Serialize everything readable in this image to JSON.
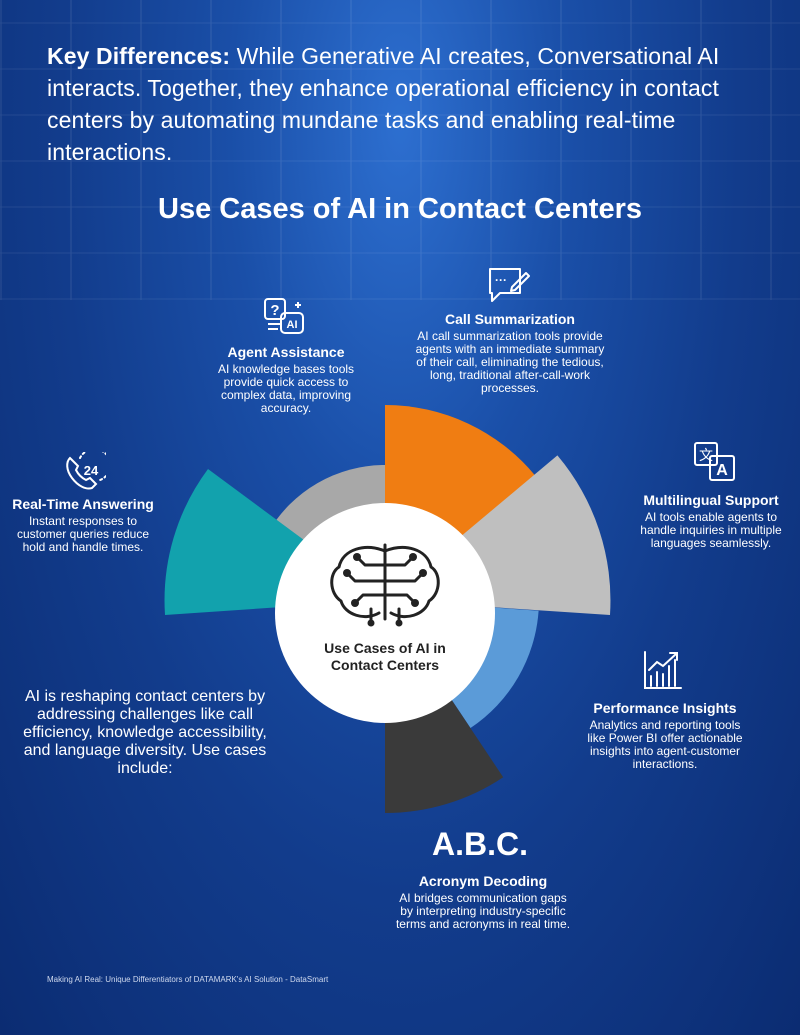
{
  "intro": {
    "lead": "Key Differences:",
    "text": " While Generative AI creates, Conversational AI interacts. Together, they enhance operational efficiency in contact centers by automating mundane tasks and enabling real-time interactions."
  },
  "title": "Use Cases of AI in Contact Centers",
  "center_label": "Use Cases of AI in Contact Centers",
  "left_paragraph": "AI is reshaping contact centers by addressing challenges like call efficiency, knowledge accessibility, and language diversity. Use cases include:",
  "abc_label": "A.B.C.",
  "use_cases": [
    {
      "title": "Agent Assistance",
      "desc": "AI knowledge bases tools provide quick access to complex data, improving accuracy.",
      "icon": "question-ai-icon"
    },
    {
      "title": "Call Summarization",
      "desc": "AI call summarization tools provide agents with an immediate summary of their call, eliminating the tedious, long, traditional after-call-work processes.",
      "icon": "chat-edit-icon"
    },
    {
      "title": "Real-Time Answering",
      "desc": "Instant responses to customer queries reduce hold and handle times.",
      "icon": "phone-24-icon"
    },
    {
      "title": "Multilingual Support",
      "desc": "AI tools enable agents to handle inquiries in multiple languages seamlessly.",
      "icon": "translate-icon"
    },
    {
      "title": "Performance Insights",
      "desc": "Analytics and reporting tools like Power BI offer actionable insights into agent-customer interactions.",
      "icon": "growth-chart-icon"
    },
    {
      "title": "Acronym Decoding",
      "desc": "AI bridges communication gaps by interpreting industry-specific terms and acronyms in real time.",
      "icon": "abc-text-icon"
    }
  ],
  "icon_glyphs": {
    "phone_24": "24",
    "translate_a": "A",
    "translate_kanji": "文",
    "chat_dots": "···",
    "ai": "AI",
    "question": "?"
  },
  "colors": {
    "orange": "#f07d12",
    "light_gray": "#bfbfbf",
    "mid_gray": "#a8a8a8",
    "teal": "#12a2ad",
    "blue": "#5b9bd8",
    "dark_gray": "#3a3a3a",
    "center": "#ffffff"
  },
  "footer": "Making AI Real: Unique Differentiators of DATAMARK's AI Solution - DataSmart"
}
